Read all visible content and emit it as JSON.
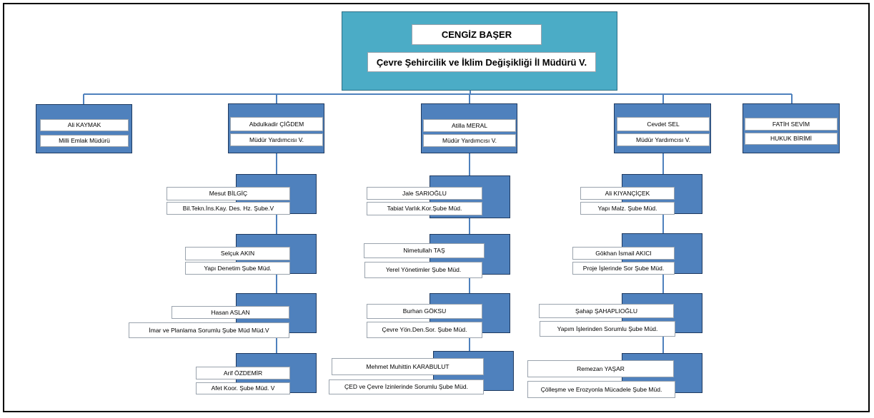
{
  "colors": {
    "top_box": "#4bacc6",
    "unit_box": "#4f81bd",
    "connector": "#4f81bd"
  },
  "director": {
    "name": "CENGİZ BAŞER",
    "title": "Çevre Şehircilik ve İklim Değişikliği İl Müdürü V."
  },
  "level1": [
    {
      "name": "Ali KAYMAK",
      "title": "Milli Emlak Müdürü"
    },
    {
      "name": "Abdulkadir ÇİĞDEM",
      "title": "Müdür Yardımcısı V."
    },
    {
      "name": "Atilla MERAL",
      "title": "Müdür Yardımcısı V."
    },
    {
      "name": "Cevdet SEL",
      "title": "Müdür Yardımcısı V."
    },
    {
      "name": "FATİH SEVİM",
      "title": "HUKUK BİRİMİ"
    }
  ],
  "branches": [
    [
      {
        "name": "Mesut BİLGİÇ",
        "title": "Bil.Tekn.İns.Kay. Des. Hz. Şube.V"
      },
      {
        "name": "Selçuk AKIN",
        "title": "Yapı Denetim Şube Müd."
      },
      {
        "name": "Hasan ASLAN",
        "title": "İmar ve Planlama Sorumlu Şube Müd Müd.V"
      },
      {
        "name": "Arif ÖZDEMİR",
        "title": "Afet Koor. Şube Müd. V"
      }
    ],
    [
      {
        "name": "Jale SARIOĞLU",
        "title": "Tabiat Varlık.Kor.Şube Müd."
      },
      {
        "name": "Nimetullah TAŞ",
        "title": "Yerel Yönetimler Şube Müd."
      },
      {
        "name": "Burhan GÖKSU",
        "title": "Çevre Yön.Den.Sor. Şube Müd."
      },
      {
        "name": "Mehmet Muhittin KARABULUT",
        "title": "ÇED ve Çevre İzinlerinde Sorumlu Şube Müd."
      }
    ],
    [
      {
        "name": "Ali KIYANÇİÇEK",
        "title": "Yapı Malz. Şube Müd."
      },
      {
        "name": "Gökhan İsmail AKICI",
        "title": "Proje İşlerinde Sor Şube Müd."
      },
      {
        "name": "Şahap ŞAHAPLIOĞLU",
        "title": "Yapım İşlerinden Sorumlu Şube Müd."
      },
      {
        "name": "Remezan YAŞAR",
        "title": "Çölleşme ve Erozyonla Mücadele Şube Müd."
      }
    ]
  ]
}
